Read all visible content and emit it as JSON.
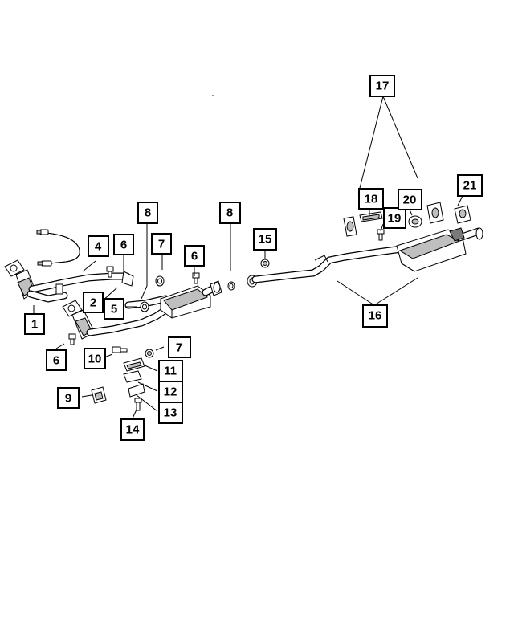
{
  "diagram": {
    "callouts": [
      "1",
      "2",
      "4",
      "5",
      "6",
      "6",
      "6",
      "7",
      "7",
      "8",
      "8",
      "9",
      "10",
      "11",
      "12",
      "13",
      "14",
      "15",
      "16",
      "17",
      "18",
      "19",
      "20",
      "21"
    ]
  }
}
